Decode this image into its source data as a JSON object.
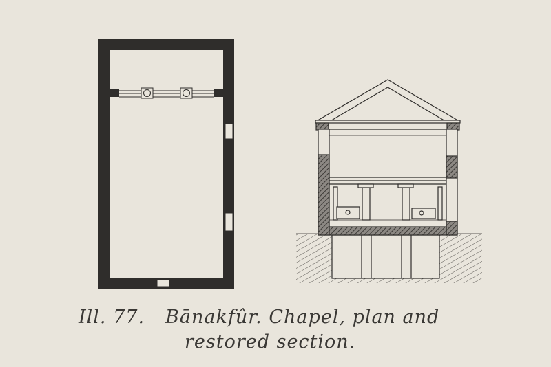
{
  "caption": {
    "label": "Ill. 77.",
    "line1": "Bānakfûr. Chapel, plan and",
    "line2": "restored section."
  },
  "colors": {
    "paper": "#e9e5dc",
    "ink": "#2f2d2b"
  }
}
